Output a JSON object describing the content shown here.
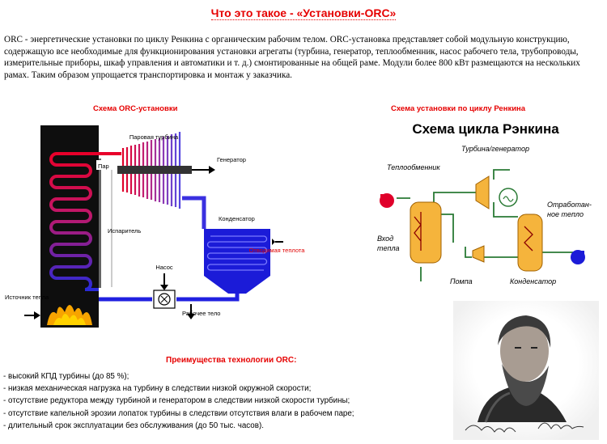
{
  "page": {
    "title": "Что это такое - «Установки-ORC»",
    "intro": "ORC -  энергетические установки по циклу Ренкина с органическим рабочим телом.  ORC-установка представляет собой модульную конструкцию, содержащую все необходимые для функционирования установки агрегаты (турбина, генератор, теплообменник, насос рабочего тела, трубопроводы, измерительные приборы, шкаф управления и автоматики и т. д.) смонтированные на общей раме. Модули более 800 кВт размещаются на нескольких рамах. Таким образом упрощается транспортировка и монтаж у заказчика."
  },
  "left_diagram": {
    "caption": "Схема ORC-установки",
    "labels": {
      "turbine": "Паровая турбина",
      "steam": "Пар",
      "generator": "Генератор",
      "evaporator": "Испаритель",
      "condenser": "Конденсатор",
      "heat_out": "Отводимая теплота",
      "pump": "Насос",
      "heat_source": "Источник тепла",
      "working_fluid": "Рабочее тело"
    }
  },
  "right_diagram": {
    "caption": "Схема установки по циклу Ренкина",
    "heading": "Схема цикла Рэнкина",
    "labels": {
      "turbine_gen": "Турбина/генератор",
      "heat_exchanger": "Теплообменник",
      "exhaust_heat_1": "Отработан-",
      "exhaust_heat_2": "ное тепло",
      "heat_in_1": "Вход",
      "heat_in_2": "тепла",
      "pump": "Помпа",
      "condenser": "Конденсатор"
    }
  },
  "advantages": {
    "title": "Преимущества технологии ORC:",
    "items": [
      "- высокий КПД турбины (до 85 %);",
      "- низкая механическая нагрузка на турбину в следствии низкой окружной скорости;",
      "- отсутствие редуктора между турбиной и генератором в следствии низкой скорости турбины;",
      "- отсутствие капельной эрозии лопаток турбины в следствии отсутствия влаги в рабочем паре;",
      "- длительный срок эксплуатации без обслуживания (до 50 тыс. часов)."
    ]
  },
  "colors": {
    "accent": "#e60000",
    "condenser": "#1b1bd8",
    "hot": "#e0002a",
    "heater": "#d96a00"
  }
}
